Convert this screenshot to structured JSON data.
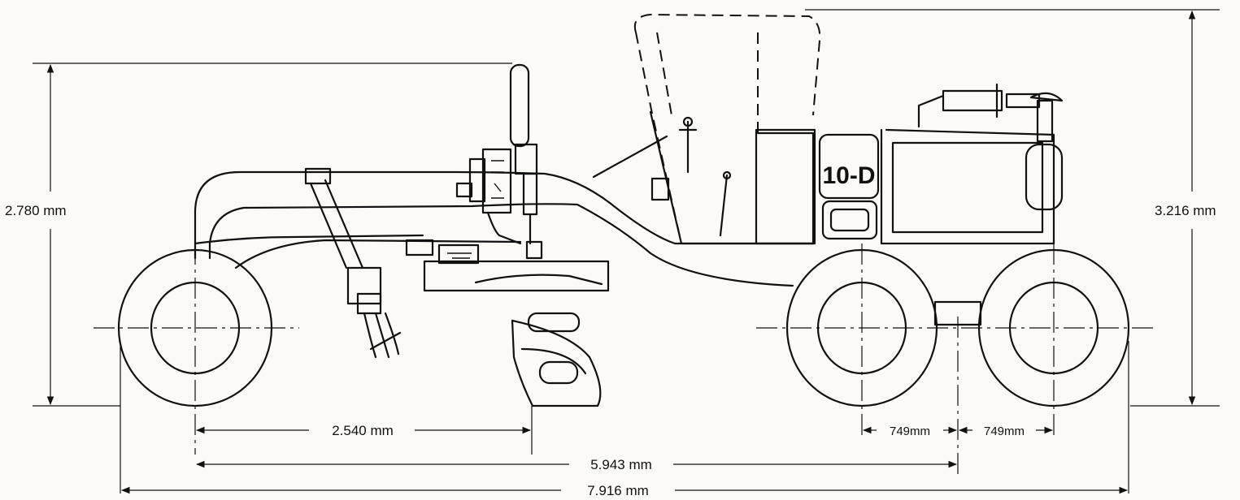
{
  "model_label": "10-D",
  "dimensions": {
    "blade_reach": "2.540 mm",
    "wheelbase": "5.943 mm",
    "overall_length": "7.916 mm",
    "tandem_front": "749mm",
    "tandem_rear": "749mm",
    "height_front": "2.780 mm",
    "height_cab": "3.216 mm"
  }
}
